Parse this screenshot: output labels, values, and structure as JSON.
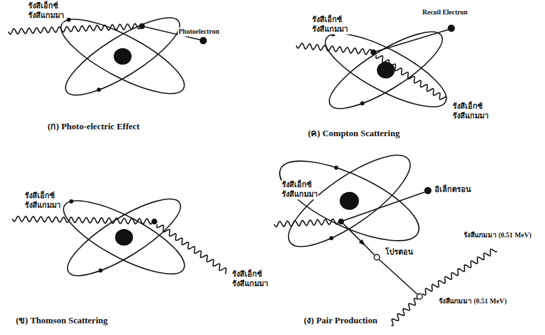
{
  "diagram": {
    "labels": [
      "รังสีเอ็กซ์ รังสีแกมมา",
      "Photoelectron",
      "(ก) Photo-electric Effect",
      "รังสีเอ็กซ์ รังสีแกมมา",
      "Recoil Electron",
      "รังสีเอ็กซ์ รังสีแกมมา",
      "(ค) Compton Scattering",
      "รังสีเอ็กซ์ รังสีแกมมา",
      "รังสีเอ็กซ์ รังสีแกมมา",
      "(ข) Thomson Scattering",
      "รังสีเอ็กซ์ รังสีแกมมา",
      "อิเล็กตรอน",
      "โปรตอน",
      "รังสีแกมมา (0.51 MeV)",
      "รังสีแกมมา (0.51 MeV)",
      "(ง) Pair Production"
    ]
  }
}
